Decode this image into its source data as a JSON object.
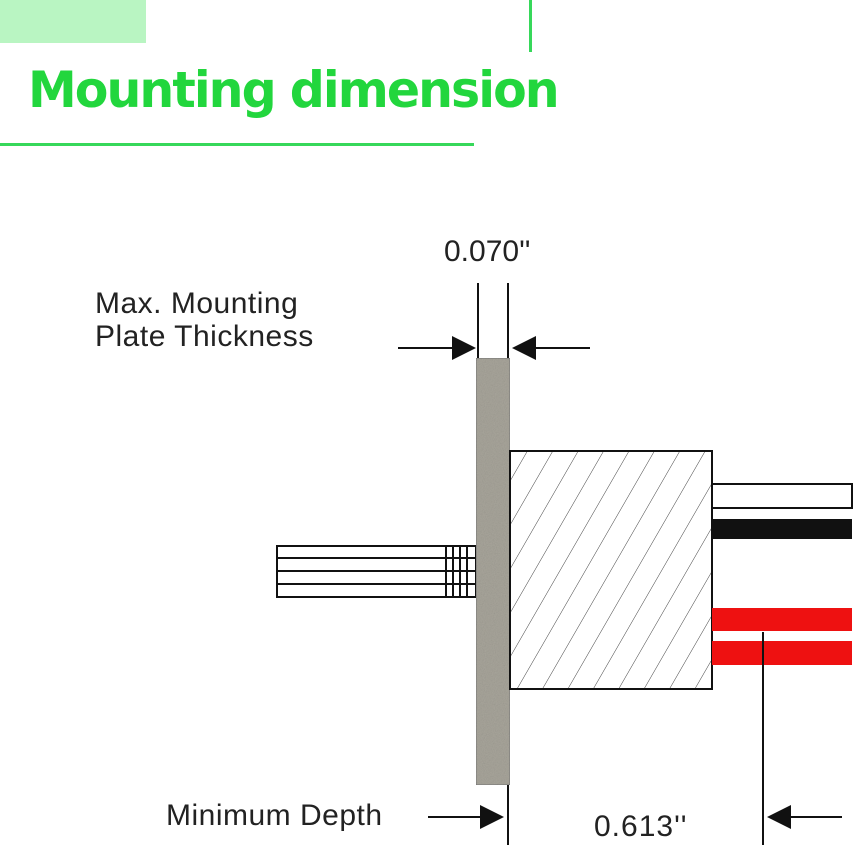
{
  "header": {
    "title": "Mounting dimension",
    "accent_color": "#22d63d",
    "tab_color": "#b9f5c2",
    "rule_color": "#36d85a"
  },
  "diagram": {
    "plate_thickness_label": "0.070''",
    "plate_caption_line1": "Max. Mounting",
    "plate_caption_line2": "Plate Thickness",
    "depth_caption": "Minimum Depth",
    "depth_value": "0.613''",
    "wires": [
      {
        "color_name": "white",
        "color": "#ffffff"
      },
      {
        "color_name": "black",
        "color": "#111111"
      },
      {
        "color_name": "red",
        "color": "#ee1111"
      },
      {
        "color_name": "red",
        "color": "#ee1111"
      }
    ],
    "plate_color": "#a8a59b"
  }
}
